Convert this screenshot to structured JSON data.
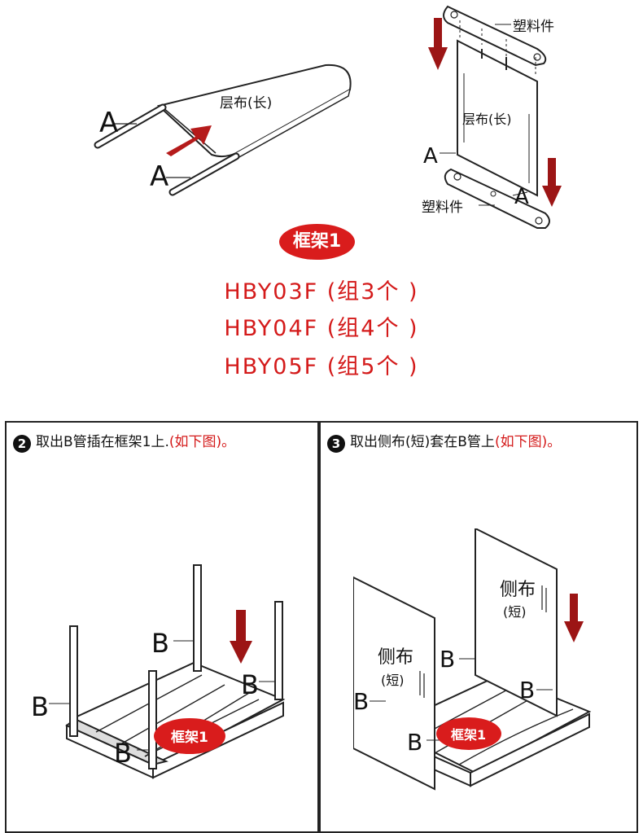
{
  "top_left": {
    "fabric_label": "层布(长)",
    "marker_a1": "A",
    "marker_a2": "A"
  },
  "top_right": {
    "plastic_label_top": "塑料件",
    "fabric_label": "层布(长)",
    "marker_a1": "A",
    "marker_a2": "A",
    "plastic_label_bottom": "塑料件"
  },
  "frame_badge": "框架1",
  "models": [
    "HBY03F (组3个 )",
    "HBY04F (组4个 )",
    "HBY05F (组5个 )"
  ],
  "step2": {
    "number": "2",
    "text": "取出B管插在框架1上.",
    "note": "(如下图)。",
    "markers": [
      "B",
      "B",
      "B",
      "B"
    ],
    "badge": "框架1"
  },
  "step3": {
    "number": "3",
    "text": "取出侧布(短)套在B管上",
    "note": "(如下图)。",
    "markers": [
      "B",
      "B",
      "B",
      "B"
    ],
    "side_label_1": "侧布",
    "side_sub_1": "(短)",
    "side_label_2": "侧布",
    "side_sub_2": "(短)",
    "badge": "框架1"
  },
  "colors": {
    "accent_red": "#d41a1a",
    "arrow_red": "#9c1515",
    "line": "#222222"
  }
}
